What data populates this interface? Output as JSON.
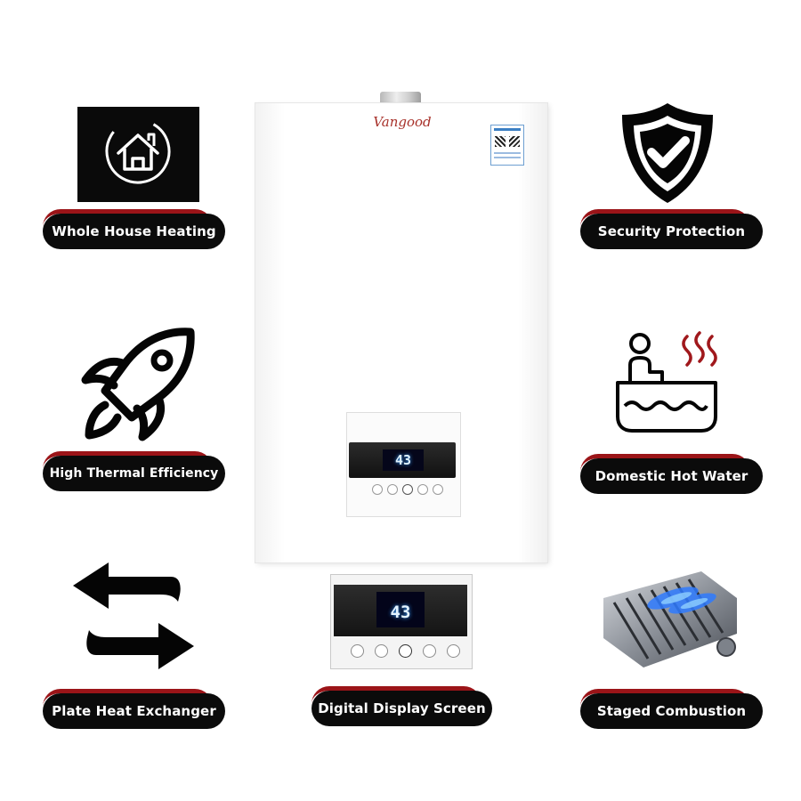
{
  "brand": "Vangood",
  "display_temp": "43",
  "features": [
    {
      "label": "Whole House Heating",
      "icon": "house-icon"
    },
    {
      "label": "Security Protection",
      "icon": "shield-check-icon"
    },
    {
      "label": "High Thermal Efficiency",
      "icon": "rocket-icon"
    },
    {
      "label": "Domestic Hot Water",
      "icon": "bathtub-icon"
    },
    {
      "label": "Plate Heat Exchanger",
      "icon": "exchange-arrows-icon"
    },
    {
      "label": "Digital Display Screen",
      "icon": "control-panel-image"
    },
    {
      "label": "Staged Combustion",
      "icon": "burner-image"
    }
  ],
  "colors": {
    "pill": "#0b0b0b",
    "accent": "#9b1418",
    "brand": "#a8322b"
  }
}
